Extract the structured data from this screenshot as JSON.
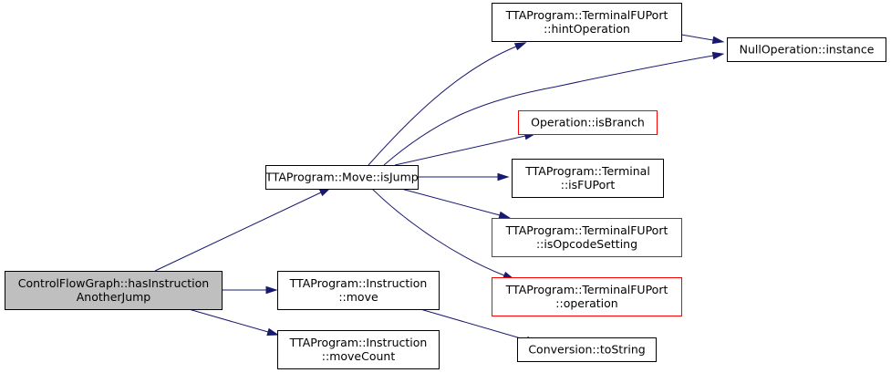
{
  "colors": {
    "edge": "#191970",
    "root_fill": "#bfbfbf",
    "incomplete_border": "#ff0000",
    "border": "#000000"
  },
  "nodes": [
    {
      "id": "root",
      "lines": [
        "ControlFlowGraph::hasInstruction",
        "AnotherJump"
      ],
      "style": "root"
    },
    {
      "id": "isJump",
      "lines": [
        "TTAProgram::Move::isJump"
      ],
      "style": "normal"
    },
    {
      "id": "move",
      "lines": [
        "TTAProgram::Instruction",
        "::move"
      ],
      "style": "normal"
    },
    {
      "id": "moveCount",
      "lines": [
        "TTAProgram::Instruction",
        "::moveCount"
      ],
      "style": "normal"
    },
    {
      "id": "hintOperation",
      "lines": [
        "TTAProgram::TerminalFUPort",
        "::hintOperation"
      ],
      "style": "normal"
    },
    {
      "id": "nullInstance",
      "lines": [
        "NullOperation::instance"
      ],
      "style": "normal"
    },
    {
      "id": "isBranch",
      "lines": [
        "Operation::isBranch"
      ],
      "style": "incomplete"
    },
    {
      "id": "isFUPort",
      "lines": [
        "TTAProgram::Terminal",
        "::isFUPort"
      ],
      "style": "normal"
    },
    {
      "id": "isOpcodeSetting",
      "lines": [
        "TTAProgram::TerminalFUPort",
        "::isOpcodeSetting"
      ],
      "style": "incomplete"
    },
    {
      "id": "operation",
      "lines": [
        "TTAProgram::TerminalFUPort",
        "::operation"
      ],
      "style": "incomplete"
    },
    {
      "id": "toString",
      "lines": [
        "Conversion::toString"
      ],
      "style": "normal"
    }
  ],
  "edges": [
    {
      "from": "root",
      "to": "isJump"
    },
    {
      "from": "root",
      "to": "move"
    },
    {
      "from": "root",
      "to": "moveCount"
    },
    {
      "from": "isJump",
      "to": "hintOperation"
    },
    {
      "from": "isJump",
      "to": "nullInstance"
    },
    {
      "from": "isJump",
      "to": "isBranch"
    },
    {
      "from": "isJump",
      "to": "isFUPort"
    },
    {
      "from": "isJump",
      "to": "isOpcodeSetting"
    },
    {
      "from": "isJump",
      "to": "operation"
    },
    {
      "from": "hintOperation",
      "to": "nullInstance"
    },
    {
      "from": "move",
      "to": "toString"
    }
  ]
}
